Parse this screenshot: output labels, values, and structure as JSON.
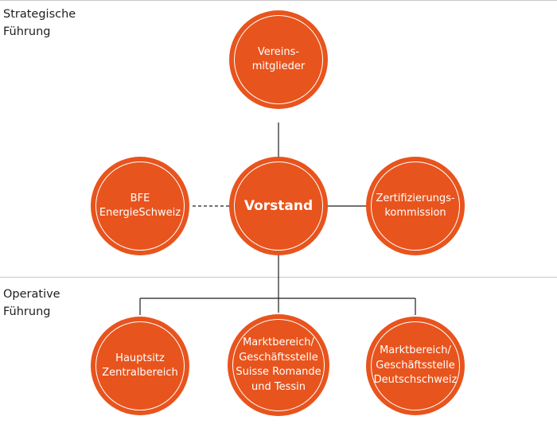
{
  "sections": {
    "strategic": "Strategische\nFührung",
    "operative": "Operative\nFührung"
  },
  "nodes": {
    "members": "Vereins-\nmitglieder",
    "board": "Vorstand",
    "bfe": "BFE\nEnergieSchweiz",
    "certification": "Zertifizierungs-\nkommission",
    "headquarters": "Hauptsitz\nZentralbereich",
    "romande": "Marktbereich/\nGeschäftsstelle\nSuisse Romande\nund Tessin",
    "deutschschweiz": "Marktbereich/\nGeschäftsstelle\nDeutschschweiz"
  },
  "colors": {
    "node_fill": "#e8541d",
    "node_ring": "#ffffff",
    "connector": "#1e1e1e",
    "divider": "#c8c8c8"
  }
}
